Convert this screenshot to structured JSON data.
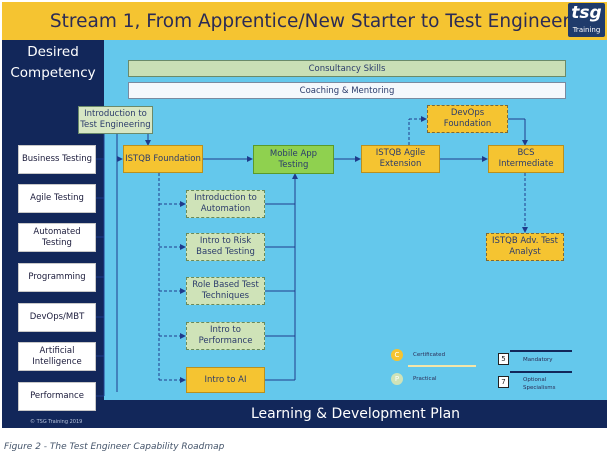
{
  "header": {
    "title": "Stream 1, From Apprentice/New Starter to Test Engineer",
    "logo_main": "tsg",
    "logo_sub": "Training"
  },
  "left_panel": {
    "heading_line1": "Desired",
    "heading_line2": "Competency",
    "skills": [
      "Business Testing",
      "Agile Testing",
      "Automated Testing",
      "Programming",
      "DevOps/MBT",
      "Artificial Intelligence",
      "Performance"
    ],
    "copyright": "© TSG Training 2019"
  },
  "bands": {
    "consultancy": "Consultancy Skills",
    "coaching": "Coaching & Mentoring"
  },
  "nodes": {
    "intro_test_eng": "Introduction to Test Engineering",
    "istqb_foundation": "ISTQB Foundation",
    "mobile_app": "Mobile App Testing",
    "istqb_agile": "ISTQB Agile Extension",
    "devops_foundation": "DevOps Foundation",
    "bcs_intermediate": "BCS Intermediate",
    "istqb_adv": "ISTQB Adv. Test Analyst",
    "intro_automation": "Introduction to Automation",
    "intro_risk": "Intro to Risk Based Testing",
    "role_based": "Role Based Test Techniques",
    "intro_performance": "Intro to Performance",
    "intro_ai": "Intro to AI"
  },
  "legend": {
    "certificated_letter": "C",
    "certificated": "Certificated",
    "practical_letter": "P",
    "practical": "Practical",
    "mandatory_num": "5",
    "mandatory": "Mandatory",
    "optional_num": "7",
    "optional": "Optional Specialisms"
  },
  "footer": {
    "text": "Learning & Development Plan"
  },
  "caption": "Figure 2 - The Test Engineer Capability Roadmap",
  "colors": {
    "title_bar": "#f5c431",
    "navy": "#12275a",
    "canvas": "#64c8ec",
    "certified_node": "#f5c431",
    "practical_node": "#8fd14f"
  }
}
